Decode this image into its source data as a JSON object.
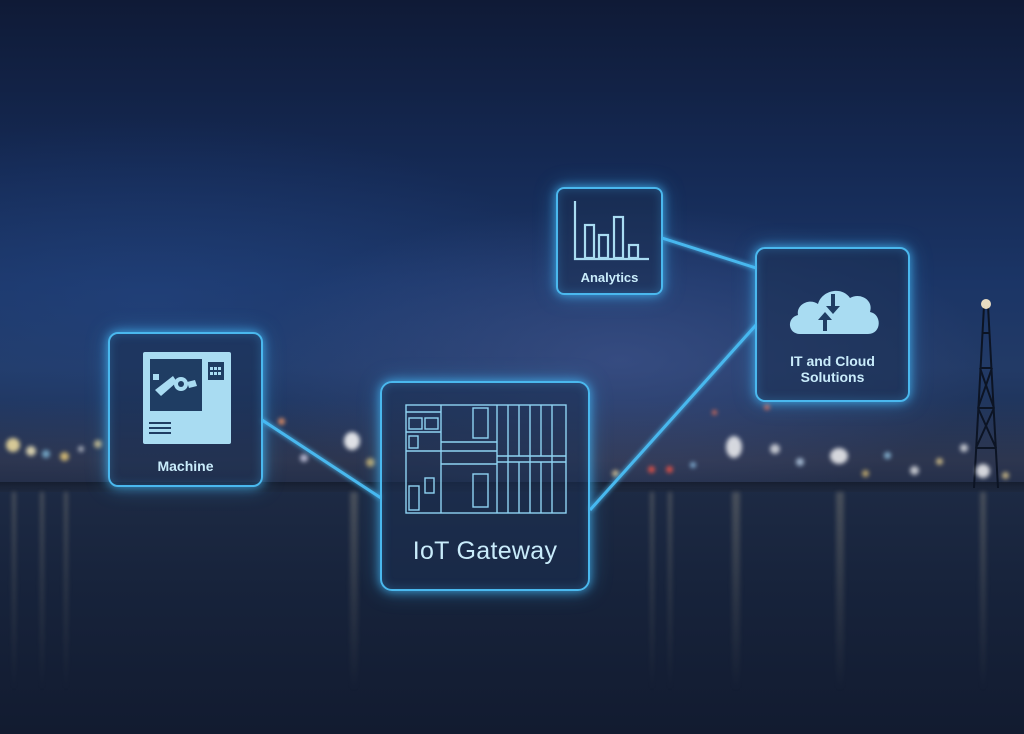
{
  "diagram": {
    "nodes": {
      "machine": {
        "label": "Machine",
        "icon": "robot-arm-machine-icon"
      },
      "gateway": {
        "label": "IoT Gateway",
        "icon": "gateway-circuit-board-icon"
      },
      "analytics": {
        "label": "Analytics",
        "icon": "bar-chart-icon"
      },
      "cloud": {
        "label": "IT and Cloud\nSolutions",
        "icon": "cloud-sync-icon"
      }
    },
    "links": [
      {
        "from": "machine",
        "to": "gateway"
      },
      {
        "from": "gateway",
        "to": "cloud"
      },
      {
        "from": "analytics",
        "to": "cloud"
      }
    ]
  },
  "colors": {
    "glow_line": "#4ab8ee",
    "icon_fill": "#a9dcf2",
    "label_text": "#c9ecfb",
    "night_sky": "#152a55"
  }
}
